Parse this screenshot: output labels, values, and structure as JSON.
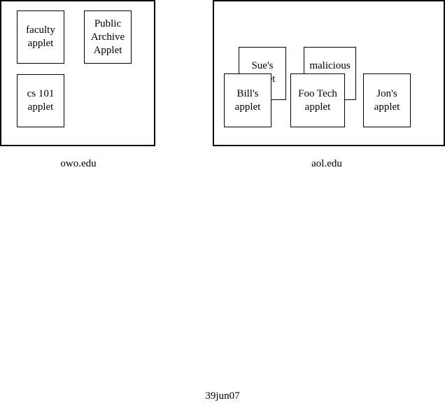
{
  "domains": [
    {
      "name": "owo.edu",
      "applets": [
        {
          "label": "faculty\napplet"
        },
        {
          "label": "Public\nArchive\nApplet"
        },
        {
          "label": "cs 101\napplet"
        }
      ]
    },
    {
      "name": "aol.edu",
      "applets": [
        {
          "label": "Sue's\napplet"
        },
        {
          "label": "malicious\napplet"
        },
        {
          "label": "Bill's\napplet"
        },
        {
          "label": "Foo Tech\napplet"
        },
        {
          "label": "Jon's\napplet"
        }
      ]
    }
  ],
  "footer": "39jun07"
}
